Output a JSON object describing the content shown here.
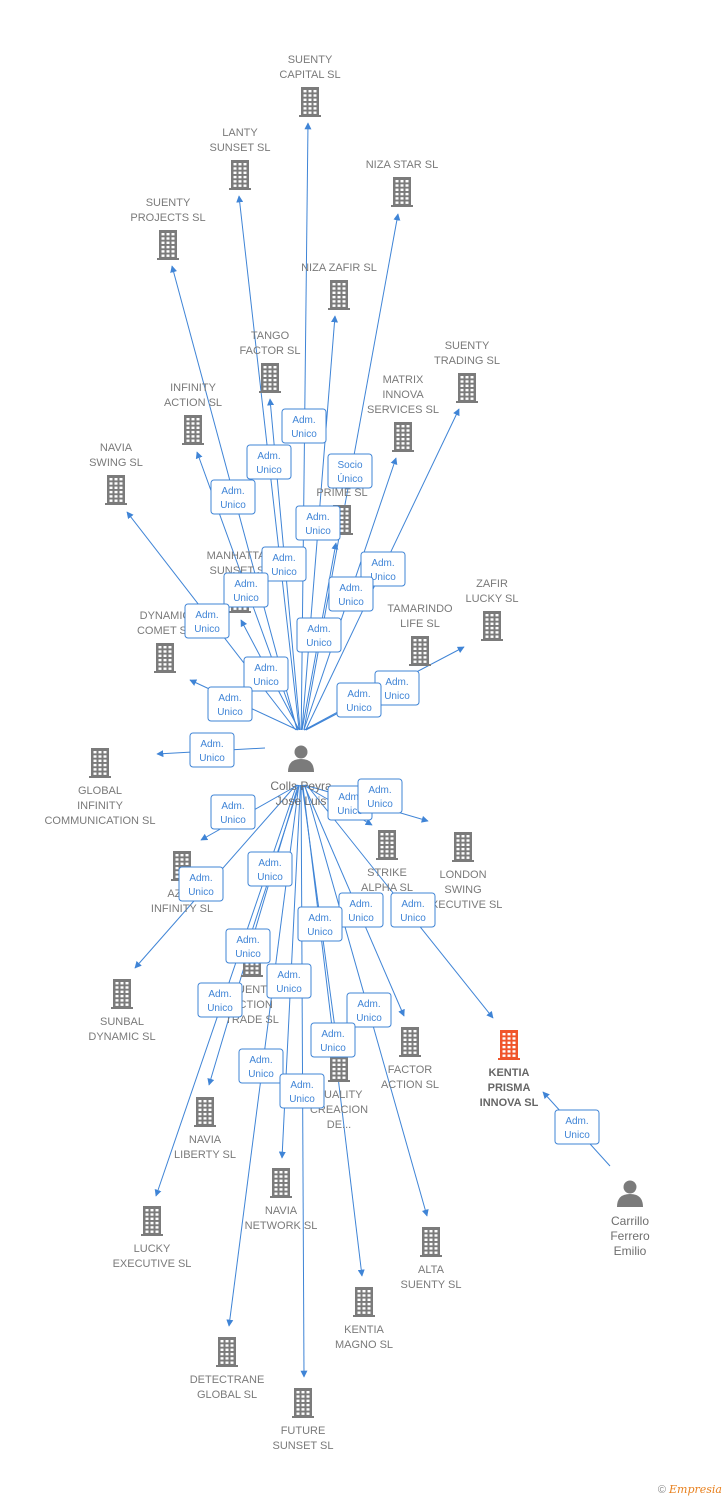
{
  "colors": {
    "edge": "#3f84d6",
    "building": "#7b7b7b",
    "focus": "#f0552b",
    "person": "#7b7b7b"
  },
  "people": [
    {
      "id": "colls",
      "name": [
        "Colls Peyra",
        "Jose Luis"
      ]
    },
    {
      "id": "carrillo",
      "name": [
        "Carrillo",
        "Ferrero",
        "Emilio"
      ]
    }
  ],
  "companies": [
    {
      "id": "suenty_capital",
      "name": [
        "SUENTY",
        "CAPITAL SL"
      ]
    },
    {
      "id": "lanty_sunset",
      "name": [
        "LANTY",
        "SUNSET SL"
      ]
    },
    {
      "id": "niza_star",
      "name": [
        "NIZA STAR SL"
      ]
    },
    {
      "id": "suenty_projects",
      "name": [
        "SUENTY",
        "PROJECTS SL"
      ]
    },
    {
      "id": "niza_zafir",
      "name": [
        "NIZA ZAFIR SL"
      ]
    },
    {
      "id": "tango_factor",
      "name": [
        "TANGO",
        "FACTOR SL"
      ]
    },
    {
      "id": "suenty_trading",
      "name": [
        "SUENTY",
        "TRADING SL"
      ]
    },
    {
      "id": "matrix_innova",
      "name": [
        "MATRIX",
        "INNOVA",
        "SERVICES SL"
      ]
    },
    {
      "id": "infinity_action",
      "name": [
        "INFINITY",
        "ACTION SL"
      ]
    },
    {
      "id": "navia_swing",
      "name": [
        "NAVIA",
        "SWING SL"
      ]
    },
    {
      "id": "acme_prime",
      "name": [
        "AC...",
        "PRIME SL"
      ]
    },
    {
      "id": "manhattan_sunset",
      "name": [
        "MANHATTAN",
        "SUNSET SL"
      ]
    },
    {
      "id": "zafir_lucky",
      "name": [
        "ZAFIR",
        "LUCKY SL"
      ]
    },
    {
      "id": "tamarindo_life",
      "name": [
        "TAMARINDO",
        "LIFE SL"
      ]
    },
    {
      "id": "dynamic_comet",
      "name": [
        "DYNAMIC",
        "COMET SL"
      ]
    },
    {
      "id": "global_infinity",
      "name": [
        "GLOBAL",
        "INFINITY",
        "COMMUNICATION SL"
      ]
    },
    {
      "id": "strike_alpha",
      "name": [
        "STRIKE",
        "ALPHA SL"
      ]
    },
    {
      "id": "london_swing",
      "name": [
        "LONDON",
        "SWING",
        "EXECUTIVE SL"
      ]
    },
    {
      "id": "azar_infinity",
      "name": [
        "AZAR",
        "INFINITY SL"
      ]
    },
    {
      "id": "suenty_action_trade",
      "name": [
        "SUENTY",
        "ACTION",
        "TRADE SL"
      ]
    },
    {
      "id": "sunbal_dynamic",
      "name": [
        "SUNBAL",
        "DYNAMIC SL"
      ]
    },
    {
      "id": "factor_action",
      "name": [
        "FACTOR",
        "ACTION SL"
      ]
    },
    {
      "id": "kentia_prisma",
      "name": [
        "KENTIA",
        "PRISMA",
        "INNOVA  SL"
      ]
    },
    {
      "id": "quality_creacion",
      "name": [
        "QUALITY",
        "CREACION",
        "DE..."
      ]
    },
    {
      "id": "navia_liberty",
      "name": [
        "NAVIA",
        "LIBERTY SL"
      ]
    },
    {
      "id": "navia_network",
      "name": [
        "NAVIA",
        "NETWORK SL"
      ]
    },
    {
      "id": "lucky_executive",
      "name": [
        "LUCKY",
        "EXECUTIVE SL"
      ]
    },
    {
      "id": "alta_suenty",
      "name": [
        "ALTA",
        "SUENTY SL"
      ]
    },
    {
      "id": "kentia_magno",
      "name": [
        "KENTIA",
        "MAGNO SL"
      ]
    },
    {
      "id": "detectrane",
      "name": [
        "DETECTRANE",
        "GLOBAL  SL"
      ]
    },
    {
      "id": "future_sunset",
      "name": [
        "FUTURE",
        "SUNSET SL"
      ]
    }
  ],
  "relations": [
    {
      "from": "colls",
      "to": "suenty_capital",
      "label": [
        "Adm.",
        "Unico"
      ]
    },
    {
      "from": "colls",
      "to": "lanty_sunset",
      "label": [
        "Adm.",
        "Unico"
      ]
    },
    {
      "from": "colls",
      "to": "niza_star",
      "label": [
        "Socio",
        "Único"
      ]
    },
    {
      "from": "colls",
      "to": "suenty_projects",
      "label": [
        "Adm.",
        "Unico"
      ]
    },
    {
      "from": "colls",
      "to": "niza_zafir",
      "label": [
        "Adm.",
        "Unico"
      ]
    },
    {
      "from": "colls",
      "to": "tango_factor",
      "label": [
        "Adm.",
        "Unico"
      ]
    },
    {
      "from": "colls",
      "to": "suenty_trading",
      "label": [
        "Adm.",
        "Unico"
      ]
    },
    {
      "from": "colls",
      "to": "matrix_innova",
      "label": [
        "Adm.",
        "Unico"
      ]
    },
    {
      "from": "colls",
      "to": "infinity_action",
      "label": [
        "Adm.",
        "Unico"
      ]
    },
    {
      "from": "colls",
      "to": "navia_swing",
      "label": [
        "Adm.",
        "Unico"
      ]
    },
    {
      "from": "colls",
      "to": "acme_prime",
      "label": [
        "Adm.",
        "Unico"
      ]
    },
    {
      "from": "colls",
      "to": "manhattan_sunset",
      "label": [
        "Adm.",
        "Unico"
      ]
    },
    {
      "from": "colls",
      "to": "zafir_lucky",
      "label": [
        "Adm.",
        "Unico"
      ]
    },
    {
      "from": "colls",
      "to": "tamarindo_life",
      "label": [
        "Adm.",
        "Unico"
      ]
    },
    {
      "from": "colls",
      "to": "dynamic_comet",
      "label": [
        "Adm.",
        "Unico"
      ]
    },
    {
      "from": "colls",
      "to": "global_infinity",
      "label": [
        "Adm.",
        "Unico"
      ]
    },
    {
      "from": "colls",
      "to": "strike_alpha",
      "label": [
        "Adm.",
        "Unico"
      ]
    },
    {
      "from": "colls",
      "to": "london_swing",
      "label": [
        "Adm.",
        "Unico"
      ]
    },
    {
      "from": "colls",
      "to": "azar_infinity",
      "label": [
        "Adm.",
        "Unico"
      ]
    },
    {
      "from": "colls",
      "to": "suenty_action_trade",
      "label": [
        "Adm.",
        "Unico"
      ]
    },
    {
      "from": "colls",
      "to": "sunbal_dynamic",
      "label": [
        "Adm.",
        "Unico"
      ]
    },
    {
      "from": "colls",
      "to": "factor_action",
      "label": [
        "Adm.",
        "Unico"
      ]
    },
    {
      "from": "colls",
      "to": "kentia_prisma",
      "label": [
        "Adm.",
        "Unico"
      ]
    },
    {
      "from": "colls",
      "to": "quality_creacion",
      "label": [
        "Adm.",
        "Unico"
      ]
    },
    {
      "from": "colls",
      "to": "navia_liberty",
      "label": [
        "Adm.",
        "Unico"
      ]
    },
    {
      "from": "colls",
      "to": "navia_network",
      "label": [
        "Adm.",
        "Unico"
      ]
    },
    {
      "from": "colls",
      "to": "lucky_executive",
      "label": [
        "Adm.",
        "Unico"
      ]
    },
    {
      "from": "colls",
      "to": "alta_suenty",
      "label": [
        "Adm.",
        "Unico"
      ]
    },
    {
      "from": "colls",
      "to": "kentia_magno",
      "label": [
        "Adm.",
        "Unico"
      ]
    },
    {
      "from": "colls",
      "to": "detectrane",
      "label": [
        "Adm.",
        "Unico"
      ]
    },
    {
      "from": "colls",
      "to": "future_sunset",
      "label": [
        "Adm.",
        "Unico"
      ]
    },
    {
      "from": "carrillo",
      "to": "kentia_prisma",
      "label": [
        "Adm.",
        "Unico"
      ]
    }
  ],
  "focus": "kentia_prisma",
  "footer": {
    "copyright": "©",
    "brand": "Empresia"
  }
}
